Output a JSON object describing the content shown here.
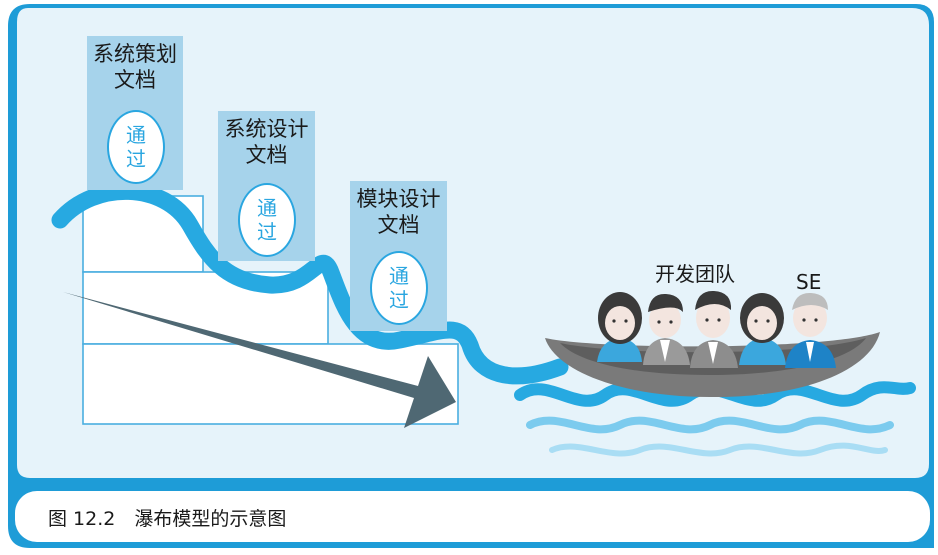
{
  "colors": {
    "frame": "#1e9cd7",
    "panel": "#e6f3fa",
    "card": "#a6d3eb",
    "wave": "#27a9e1",
    "arrow": "#4f6873",
    "boat": "#7a7a7a"
  },
  "documents": [
    {
      "title_line1": "系统策划",
      "title_line2": "文档",
      "badge_line1": "通",
      "badge_line2": "过"
    },
    {
      "title_line1": "系统设计",
      "title_line2": "文档",
      "badge_line1": "通",
      "badge_line2": "过"
    },
    {
      "title_line1": "模块设计",
      "title_line2": "文档",
      "badge_line1": "通",
      "badge_line2": "过"
    }
  ],
  "team": {
    "label": "开发团队",
    "se_label": "SE"
  },
  "caption": "图 12.2　瀑布模型的示意图"
}
